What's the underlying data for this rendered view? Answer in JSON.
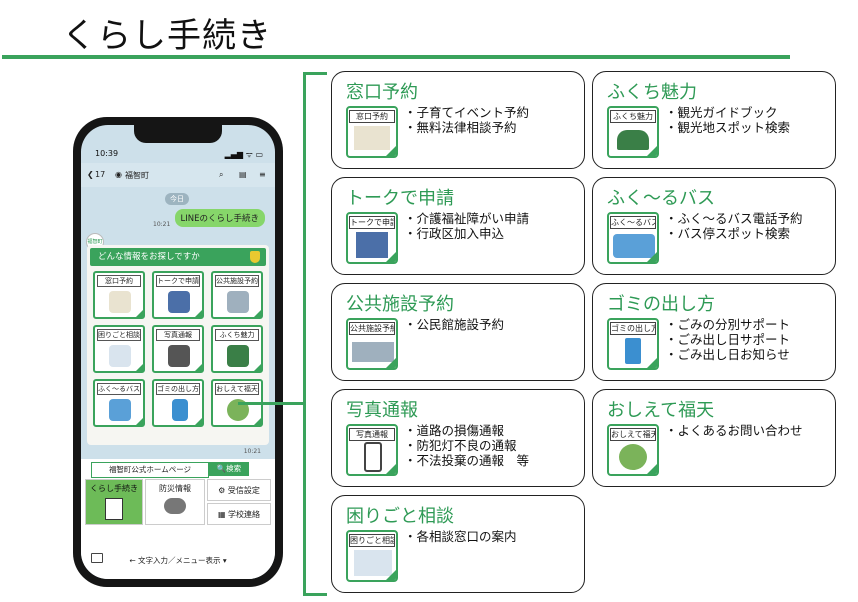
{
  "title": "くらし手続き",
  "phone": {
    "time": "10:39",
    "signal": "▂▄▆ ᯤ ▭",
    "back_count": "17",
    "account": "福智町",
    "day": "今日",
    "message": "LINEのくらし手続き",
    "timestamp1": "10:21",
    "timestamp2": "10:21",
    "avatar_text": "福智町",
    "menu_header": "どんな情報をお探しですか",
    "tiles": [
      {
        "label": "窓口予約"
      },
      {
        "label": "トークで申請"
      },
      {
        "label": "公共施設予約"
      },
      {
        "label": "困りごと相談"
      },
      {
        "label": "写真通報"
      },
      {
        "label": "ふくち魅力"
      },
      {
        "label": "ふく～るバス"
      },
      {
        "label": "ゴミの出し方"
      },
      {
        "label": "おしえて福天"
      }
    ],
    "homepage_button": "福智町公式ホームページ",
    "search_button": "🔍検索",
    "rich_menu": {
      "kurashi": "くらし手続き",
      "bousai": "防災情報",
      "settings": "受信設定",
      "school": "学校連絡"
    },
    "footer": "← 文字入力／メニュー表示 ▾"
  },
  "cards": [
    {
      "title": "窓口予約",
      "thumb": "窓口予約",
      "items": [
        "・子育てイベント予約",
        "・無料法律相談予約"
      ]
    },
    {
      "title": "ふくち魅力",
      "thumb": "ふくち魅力",
      "items": [
        "・観光ガイドブック",
        "・観光地スポット検索"
      ]
    },
    {
      "title": "トークで申請",
      "thumb": "トークで申請",
      "items": [
        "・介護福祉障がい申請",
        "・行政区加入申込"
      ]
    },
    {
      "title": "ふく～るバス",
      "thumb": "ふく～るバス",
      "items": [
        "・ふく～るバス電話予約",
        "・バス停スポット検索"
      ]
    },
    {
      "title": "公共施設予約",
      "thumb": "公共施設予約",
      "items": [
        "・公民館施設予約"
      ]
    },
    {
      "title": "ゴミの出し方",
      "thumb": "ゴミの出し方",
      "items": [
        "・ごみの分別サポート",
        "・ごみ出し日サポート",
        "・ごみ出し日お知らせ"
      ]
    },
    {
      "title": "写真通報",
      "thumb": "写真通報",
      "items": [
        "・道路の損傷通報",
        "・防犯灯不良の通報",
        "・不法投棄の通報　等"
      ]
    },
    {
      "title": "おしえて福天",
      "thumb": "おしえて福天",
      "items": [
        "・よくあるお問い合わせ"
      ]
    },
    {
      "title": "困りごと相談",
      "thumb": "困りごと相談",
      "items": [
        "・各相談窓口の案内"
      ]
    }
  ],
  "colors": {
    "accent": "#3aa35c",
    "line_bubble": "#86d66a",
    "screen_bg": "#cde0ea"
  }
}
